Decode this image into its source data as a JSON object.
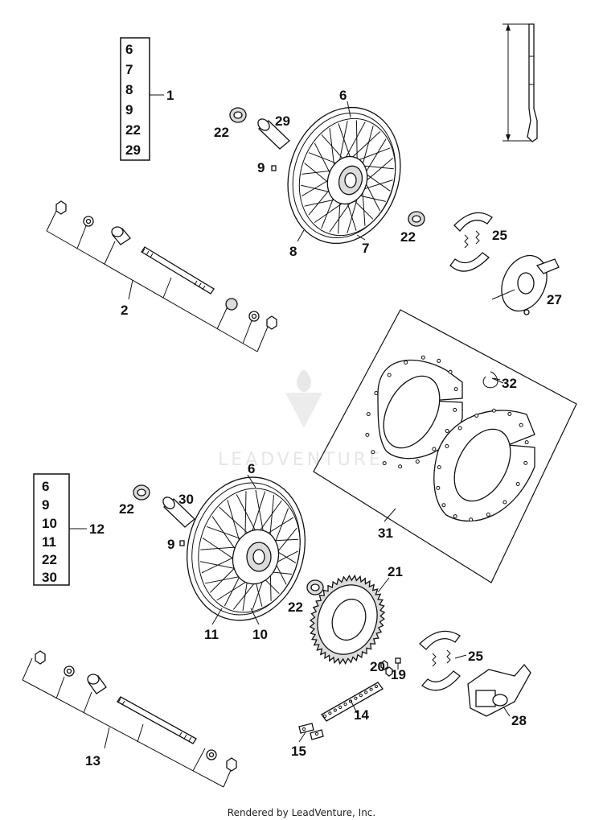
{
  "kit_front": {
    "items": [
      "6",
      "7",
      "8",
      "9",
      "22",
      "29"
    ],
    "callout": "1"
  },
  "kit_rear": {
    "items": [
      "6",
      "9",
      "10",
      "11",
      "22",
      "30"
    ],
    "callout": "12"
  },
  "labels": {
    "l6a": "6",
    "l29": "29",
    "l22a": "22",
    "l9a": "9",
    "l22b": "22",
    "l25a": "25",
    "l8": "8",
    "l7": "7",
    "l2": "2",
    "l27": "27",
    "l32": "32",
    "l31": "31",
    "l6b": "6",
    "l30": "30",
    "l22c": "22",
    "l9b": "9",
    "l21": "21",
    "l22d": "22",
    "l11": "11",
    "l10": "10",
    "l25b": "25",
    "l20": "20",
    "l19": "19",
    "l14": "14",
    "l28": "28",
    "l13": "13",
    "l15": "15"
  },
  "watermark": "LEADVENTURE",
  "footer": "Rendered by LeadVenture, Inc."
}
